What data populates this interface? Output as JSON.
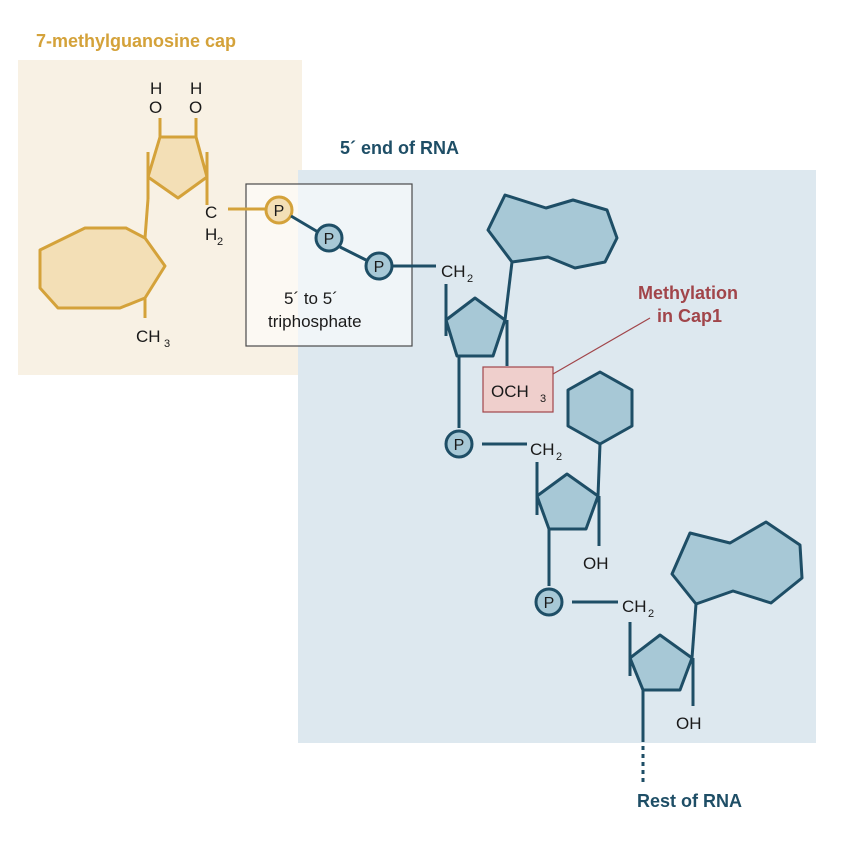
{
  "colors": {
    "cap": "#d4a23a",
    "cap_fill": "#f3dfb6",
    "cap_bg": "#f8f1e4",
    "rna": "#1e4e66",
    "rna_fill": "#a7c8d6",
    "rna_bg": "#dde8ef",
    "methyl": "#a1454a",
    "methyl_fill": "#efcfcc"
  },
  "cap": {
    "title": "7-methylguanosine cap",
    "h1": "H",
    "o1": "O",
    "h2": "H",
    "o2": "O",
    "c": "C",
    "h": "H",
    "h_sub": "2",
    "methyl": "CH",
    "methyl_sub": "3",
    "phosphate": "P"
  },
  "rna": {
    "title": "5´ end of RNA",
    "phosphate": "P",
    "ch": "CH",
    "ch_sub": "2",
    "oh": "OH",
    "och": "OCH",
    "och_sub": "3",
    "rest_label": "Rest of RNA"
  },
  "triphosphate": {
    "line1": "5´ to 5´",
    "line2": "triphosphate"
  },
  "methylation": {
    "line1": "Methylation",
    "line2": "in Cap1"
  }
}
